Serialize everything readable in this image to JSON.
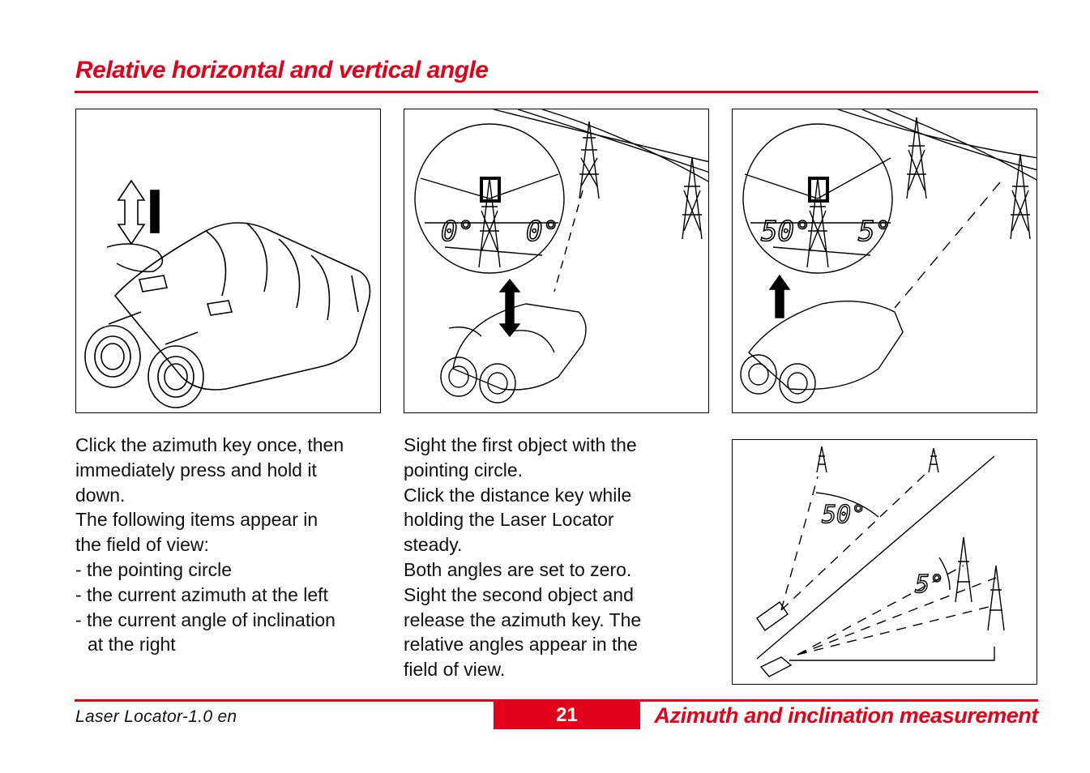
{
  "header": {
    "title": "Relative horizontal and vertical angle"
  },
  "figures": {
    "fig1": {
      "icon": "binocular-press-key-icon"
    },
    "fig2": {
      "left_reading": "0°",
      "right_reading": "0°"
    },
    "fig3": {
      "left_reading": "50°",
      "right_reading": "5°"
    },
    "fig4": {
      "azimuth_label": "50°",
      "inclination_label": "5°"
    }
  },
  "text_left": {
    "lines": [
      "Click the azimuth key once, then",
      "immediately press and hold it",
      "down.",
      "The following items appear in",
      "the field of view:",
      "- the pointing circle",
      "- the current azimuth at the left",
      "- the current angle of inclination",
      "at the right"
    ]
  },
  "text_middle": {
    "lines": [
      "Sight the first object with the",
      "pointing circle.",
      "Click the distance key while",
      "holding the Laser Locator",
      "steady.",
      "Both angles are set to zero.",
      "Sight the second object and",
      "release the azimuth key. The",
      "relative angles appear in the",
      "field of view."
    ]
  },
  "footer": {
    "doc_name": "Laser Locator-1.0 en",
    "page_number": "21",
    "section": "Azimuth and inclination measurement"
  },
  "colors": {
    "accent": "#e3001b"
  }
}
